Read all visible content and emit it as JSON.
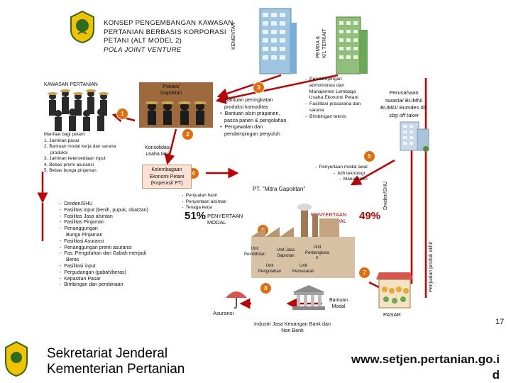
{
  "title": {
    "lines": [
      "KONSEP PENGEMBANGAN KAWASAN",
      "PERTANIAN BERBASIS KORPORASI",
      "PETANI (ALT MODEL 2)",
      "POLA JOINT VENTURE"
    ]
  },
  "labels": {
    "kementan": "KEMENTAN",
    "pemda": "PEMDA &",
    "kl": "K/L TERKAIT",
    "kawasan": "KAWASAN PERTANIAN",
    "poktan": "Poktan/",
    "gapoktan": "Gapoktan",
    "konsolidasi": "Konsolidasi",
    "usaha_tani": "usaha tani",
    "kelembagaan": "Kelembagaan",
    "ekonomi_petani": "Ekonomi Petani",
    "koperasi": "(Koperasi/ PT)",
    "pt_mitra": "PT. \"Mitra Gapoktan\"",
    "penyertaan_left": "PENYERTAAN",
    "modal_left": "MODAL",
    "pct_left": "51%",
    "penyertaan_right": "PENYERTAAN",
    "modal_right": "MODAL",
    "pct_right": "49%",
    "unit_pembibitan": [
      "Unit",
      "Pembibitan"
    ],
    "unit_saprotan": [
      "Unit Jasa",
      "Saprotan"
    ],
    "unit_perbengkelan": [
      "Unit",
      "Perbengkela",
      "n"
    ],
    "unit_pengolahan": [
      "Unit",
      "Pengolahan"
    ],
    "unit_pemasaran": [
      "Unit",
      "Pemasaran"
    ],
    "asuransi": "Asuransi",
    "bantuan_modal": [
      "Bantuan",
      "Modal"
    ],
    "industri_jasa": [
      "Industri Jasa Keuangan Bank dan",
      "Non Bank"
    ],
    "pasar": "PASAR",
    "dividen_shu": "Dividen/SHU",
    "penjualan_produk_akhir": "Penjualan produk akhir",
    "perusahaan": [
      "Perusahaan",
      "swasta/ BUMN/",
      "BUMD/ Bumdes dll.",
      "sbg off taker"
    ],
    "page_number": "17",
    "footer_left": [
      "Sekretariat Jenderal",
      "Kementerian Pertanian"
    ],
    "footer_url": [
      "www.setjen.pertanian.go.i",
      "d"
    ]
  },
  "numbers": [
    "1",
    "2",
    "3",
    "4",
    "5",
    "6",
    "7",
    "8"
  ],
  "manfaat": {
    "heading": "Manfaat bagi petani:",
    "items": [
      "1.  Jaminan pasar",
      "2.  Bantuan modal kerja dan sarana",
      "     produksi",
      "3.  Jaminan ketersediaan input",
      "4.  Bebas premi asuransi",
      "5.  Bebas bunga pinjaman"
    ]
  },
  "kementan_support": [
    "•  Bantuan peningkatan",
    "   produksi komoditas",
    "•  Bantuan alsin prapanen,",
    "   pasca panen & pengolahan",
    "•  Pengawalan dan",
    "   pendampingan penyuluh"
  ],
  "pemda_support": [
    "-  Pendampingan",
    "   administrasi dan",
    "   Manajemen Lembaga",
    "   Usaha Ekonomi Petani",
    "-  Fasilitasi prasarana dan",
    "   sarana",
    "-  Bimbingan teknis"
  ],
  "offtaker_support": [
    "-  Penyertaan modal awal",
    "-  Alih teknologi",
    "-  Manajemen"
  ],
  "pt_outputs": [
    "-  Penjualan hasil",
    "-  Penyertaan alsintan",
    "-  Tenaga kerja"
  ],
  "benefits_list": [
    "Dividen/SHU",
    "Fasilitas input (benih, pupuk, obat2an)",
    "Fasilitas Jasa alsintan",
    "Fasilitas Pinjaman",
    "Penanggungan",
    "Bunga Pinjaman",
    "Fasilitasi Asuransi",
    "Penanggungan premi asuransi",
    "Fas. Pengolahan dari Gabah menjadi",
    "Beras",
    "Fasilitasi input",
    "Pergudangan (gabah/beras)",
    "Kepastian Pasar",
    "Bimbingan dan pembinaan"
  ],
  "colors": {
    "arrow_red": "#c00000",
    "badge_orange": "#e46c0a",
    "box_brown": "#c59a6d",
    "gapoktan_bg": "#9c6a3c",
    "kelembagaan_bg": "#fbe2d5",
    "footer_green": "#4e7b2f",
    "pct_red": "#c00000"
  }
}
